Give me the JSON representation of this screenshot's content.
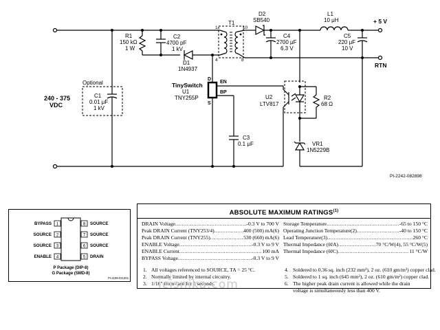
{
  "schematic": {
    "input_label": "240 - 375",
    "input_unit": "VDC",
    "optional_label": "Optional",
    "c1": {
      "ref": "C1",
      "value": "0.01 μF",
      "rating": "1 kV"
    },
    "r1": {
      "ref": "R1",
      "value": "150 kΩ",
      "rating": "1 W"
    },
    "c2": {
      "ref": "C2",
      "value": "4700 pF",
      "rating": "1 kV"
    },
    "d1": {
      "ref": "D1",
      "part": "1N4937"
    },
    "t1": {
      "ref": "T1",
      "pin1": "1",
      "pin10": "10",
      "pin4": "4",
      "pin8": "8"
    },
    "d2": {
      "ref": "D2",
      "part": "SB540"
    },
    "c4": {
      "ref": "C4",
      "value": "2700 μF",
      "rating": "6.3 V"
    },
    "l1": {
      "ref": "L1",
      "value": "10 μH"
    },
    "c5": {
      "ref": "C5",
      "value": "220 μF",
      "rating": "10 V"
    },
    "out_pos": "+ 5 V",
    "out_rtn": "RTN",
    "u1": {
      "brand": "TinySwitch",
      "ref": "U1",
      "part": "TNY255P",
      "pin_d": "D",
      "pin_s": "S",
      "pin_en": "EN",
      "pin_bp": "BP"
    },
    "u2": {
      "ref": "U2",
      "part": "LTV817"
    },
    "r2": {
      "ref": "R2",
      "value": "68 Ω"
    },
    "vr1": {
      "ref": "VR1",
      "part": "1N5229B"
    },
    "c3": {
      "ref": "C3",
      "value": "0.1 μF"
    },
    "figure_id": "PI-2242-082898"
  },
  "package": {
    "left_pins": [
      {
        "name": "BYPASS",
        "num": "1"
      },
      {
        "name": "SOURCE",
        "num": "2"
      },
      {
        "name": "SOURCE",
        "num": "3"
      },
      {
        "name": "ENABLE",
        "num": "4"
      }
    ],
    "right_pins": [
      {
        "name": "SOURCE",
        "num": "8"
      },
      {
        "name": "SOURCE",
        "num": "7"
      },
      {
        "name": "SOURCE",
        "num": "6"
      },
      {
        "name": "DRAIN",
        "num": "5"
      }
    ],
    "caption_1": "P Package (DIP-8)",
    "caption_2": "G Package (SMD-8)",
    "figure_id": "PI-2199-031301"
  },
  "ratings": {
    "title": "ABSOLUTE MAXIMUM RATINGS",
    "title_note": "(1)",
    "left": [
      {
        "label": "DRAIN Voltage",
        "value": "-0.3 V to 700 V"
      },
      {
        "label": "Peak DRAIN Current (TNY253/4)",
        "value": "400 (500) mA(6)"
      },
      {
        "label": "Peak DRAIN Current (TNY255)",
        "value": "530 (660) mA(6)"
      },
      {
        "label": "ENABLE Voltage",
        "value": "-0.3 V to 9 V"
      },
      {
        "label": "ENABLE Current",
        "value": "100 mA"
      },
      {
        "label": "BYPASS Voltage",
        "value": "-0.3 V to 9 V"
      }
    ],
    "right": [
      {
        "label": "Storage Temperature",
        "value": "-65 to 150 °C"
      },
      {
        "label": "Operating Junction Temperature(2)",
        "value": "-40 to 150 °C"
      },
      {
        "label": "Lead Temperature(3)",
        "value": "260 °C"
      },
      {
        "label": "Thermal Impedance (θJA)",
        "value": "70 °C/W(4), 55 °C/W(5)"
      },
      {
        "label": "Thermal Impedance (θJC)",
        "value": "11 °C/W"
      }
    ],
    "notes_left": [
      {
        "num": "1.",
        "text": "All voltages referenced to SOURCE, TA = 25 °C."
      },
      {
        "num": "2.",
        "text": "Normally limited by internal circuitry."
      },
      {
        "num": "3.",
        "text": "1/16\" from case for 5 seconds."
      }
    ],
    "notes_right": [
      {
        "num": "4.",
        "text": "Soldered to 0.36 sq. inch (232 mm²), 2 oz. (610 gm/m²) copper clad."
      },
      {
        "num": "5.",
        "text": "Soldered to 1 sq. inch (645 mm²), 2 oz. (610 gm/m²) copper clad."
      },
      {
        "num": "6.",
        "text": "The higher peak drain current is allowed while the drain"
      },
      {
        "num": "",
        "text": "voltage is simultaneously less than 400 V."
      }
    ]
  },
  "watermark": "icisnika.com"
}
